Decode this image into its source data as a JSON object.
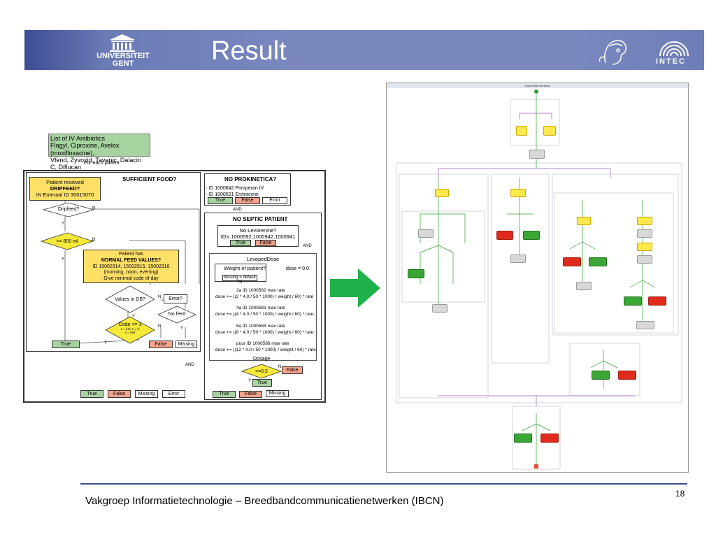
{
  "slide": {
    "title": "Result",
    "footer": "Vakgroep Informatietechnologie – Breedbandcommunicatienetwerken (IBCN)",
    "page_number": "18",
    "logos": {
      "left": "UNIVERSITEIT GENT",
      "right": "INTEC"
    }
  },
  "flowchart": {
    "antibiotics_box": [
      "List of IV Antibiotics",
      "Flagyl, Ciproxine, Avelox (moxifloxacine),",
      "Vfend, Zyvoxid, Tavanic, Dalacin C, Diflucan"
    ],
    "for_each": "For each patient",
    "sufficient_food": {
      "heading": "SUFFICIENT FOOD?",
      "dripfeed_box": [
        "Patient received",
        "DRIPFEED?",
        "IN Enteraal ID 30015070"
      ],
      "dripfeed_q": "Dripfeed?",
      "n1": "N",
      "y1": "Y",
      "ml_q": ">= 800 ml",
      "n2": "N",
      "y2": "Y",
      "normal_box": [
        "Patient has",
        "NORMAL FEED VALUES?",
        "ID 15002914, 15002915, 15002916",
        "(morning, noon, evening)",
        "Give minimal code of day"
      ],
      "values_q": "Values in DB?",
      "n3": "N",
      "y3": "Y",
      "error_q": "Error?",
      "y4": "Y",
      "no_feed": "No feed",
      "y5": "Y",
      "code_q": [
        "Code <= 3",
        "1 = full, 2 = ½",
        "3 = half"
      ],
      "n4": "N",
      "y6": "Y",
      "true": "True",
      "false": "False",
      "missing": "Missing",
      "and": "AND",
      "legend": [
        "True",
        "False",
        "Missing",
        "Error"
      ]
    },
    "prokinetica": {
      "heading": "NO PROKINETICA?",
      "items": [
        "- ID 1000842 Primperan IV",
        "- ID 1000521 Erytrocyne"
      ],
      "legend": [
        "True",
        "False",
        "Error"
      ],
      "and": "AND"
    },
    "septic": {
      "heading": "NO SEPTIC PATIENT",
      "levorenine": [
        "No Levorenine?",
        "ID's 1000592,1000942,1000941"
      ],
      "legend_small": [
        "True",
        "False"
      ],
      "and": "AND",
      "levoped": "LevopedDose",
      "weight_q": "Weight of patient?",
      "dose_init": "dose = 0.0",
      "missing_default": "Missing = default 75",
      "rates": [
        [
          "2a ID 1000582 max rate",
          "dose += ((2 * 4.0 / 50 * 1000) / weight / 60) * rate"
        ],
        [
          "4a ID 1000583 max rate",
          "dose += ((4 * 4.0 / 50 * 1000) / weight / 60) * rate;"
        ],
        [
          "8a ID 1000584 max rate",
          "dose += ((8 * 4.0 / 50 * 1000) / weight / 60) * rate;"
        ],
        [
          "puur ID 1000586 max rate",
          "dose += ((12 * 4.0 / 50 * 1000) / weight / 60) * rate;"
        ]
      ],
      "dosage": "Dosage",
      "dose_q": "<=0.5",
      "n": "N",
      "y": "Y",
      "false": "False",
      "true": "True",
      "legend": [
        "True",
        "False",
        "Missing"
      ]
    }
  },
  "workflow": {
    "title": "Sequential Workflow"
  },
  "colors": {
    "header": "#6b7bb6",
    "arrow": "#1fb24a",
    "green_box": "#a7d3a0",
    "salmon_box": "#f3a28c",
    "yellow_box": "#ffe067"
  }
}
